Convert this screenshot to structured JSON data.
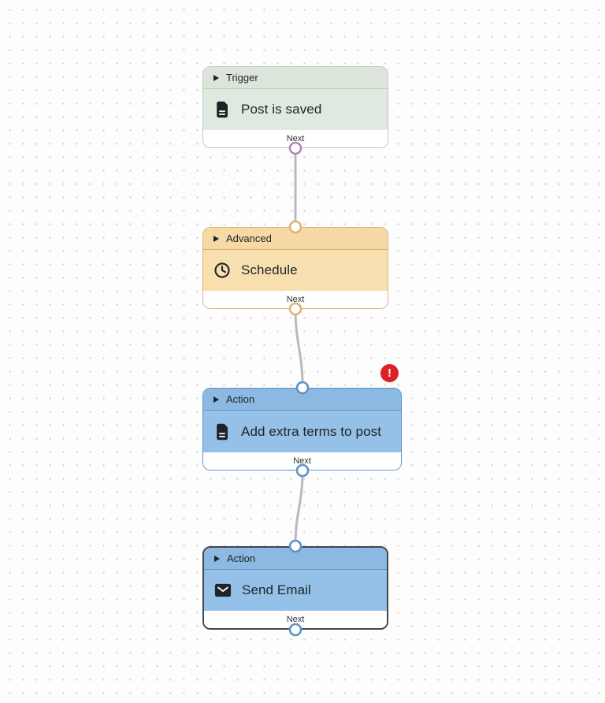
{
  "canvas": {
    "background": "#fdfdfd",
    "dot_color": "#d8d8d8"
  },
  "connector": {
    "color": "#b9b9c0"
  },
  "error_badge": {
    "symbol": "!",
    "color": "#dd1f26"
  },
  "nodes": [
    {
      "category": "Trigger",
      "title": "Post is saved",
      "footer_label": "Next",
      "icon": "document-icon",
      "colors": {
        "header": "#dbe5da",
        "body": "#e0e9df",
        "border": "#c2c7c2",
        "divider": "#bfc9be",
        "port": "#b287b5"
      }
    },
    {
      "category": "Advanced",
      "title": "Schedule",
      "footer_label": "Next",
      "icon": "clock-icon",
      "colors": {
        "header": "#f6d9a4",
        "body": "#f8dfaf",
        "border": "#d9b678",
        "divider": "#d4ac66",
        "port": "#d9b678"
      }
    },
    {
      "category": "Action",
      "title": "Add extra terms to post",
      "footer_label": "Next",
      "icon": "document-icon",
      "has_error": true,
      "colors": {
        "header": "#8cb9e1",
        "body": "#95c0e7",
        "border": "#5e92c3",
        "divider": "#6896c2",
        "port": "#5e92c3"
      }
    },
    {
      "category": "Action",
      "title": "Send Email",
      "footer_label": "Next",
      "icon": "envelope-icon",
      "selected": true,
      "colors": {
        "header": "#8cb9e1",
        "body": "#95c0e7",
        "border": "#43474c",
        "divider": "#6896c2",
        "port": "#5e92c3"
      }
    }
  ]
}
